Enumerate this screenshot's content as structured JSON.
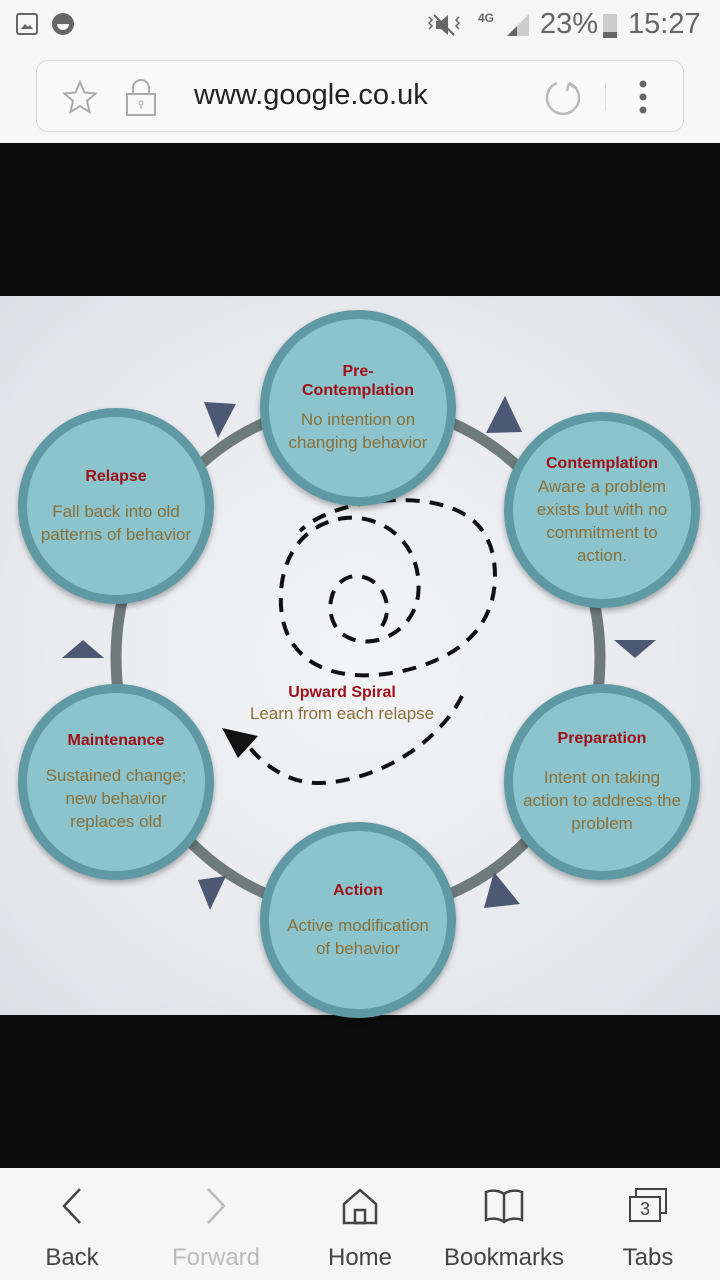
{
  "status_bar": {
    "battery": "23%",
    "time": "15:27",
    "network": "4G"
  },
  "browser": {
    "url": "www.google.co.uk"
  },
  "diagram": {
    "stages": [
      {
        "title": "Pre-\nContemplation",
        "description": "No intention on changing behavior"
      },
      {
        "title": "Contemplation",
        "description": "Aware a problem exists but with no commitment to action."
      },
      {
        "title": "Preparation",
        "description": "Intent on taking action to address the problem"
      },
      {
        "title": "Action",
        "description": "Active modification of behavior"
      },
      {
        "title": "Maintenance",
        "description": "Sustained change; new behavior replaces old"
      },
      {
        "title": "Relapse",
        "description": "Fall back into old patterns of behavior"
      }
    ],
    "center": {
      "title": "Upward Spiral",
      "description": "Learn from each relapse"
    },
    "colors": {
      "circle": "#8bc4cc",
      "ring": "#5f9aa4",
      "title": "#a01018",
      "text": "#8a7038"
    }
  },
  "nav": {
    "back": "Back",
    "forward": "Forward",
    "home": "Home",
    "bookmarks": "Bookmarks",
    "tabs": "Tabs",
    "tab_count": "3"
  }
}
